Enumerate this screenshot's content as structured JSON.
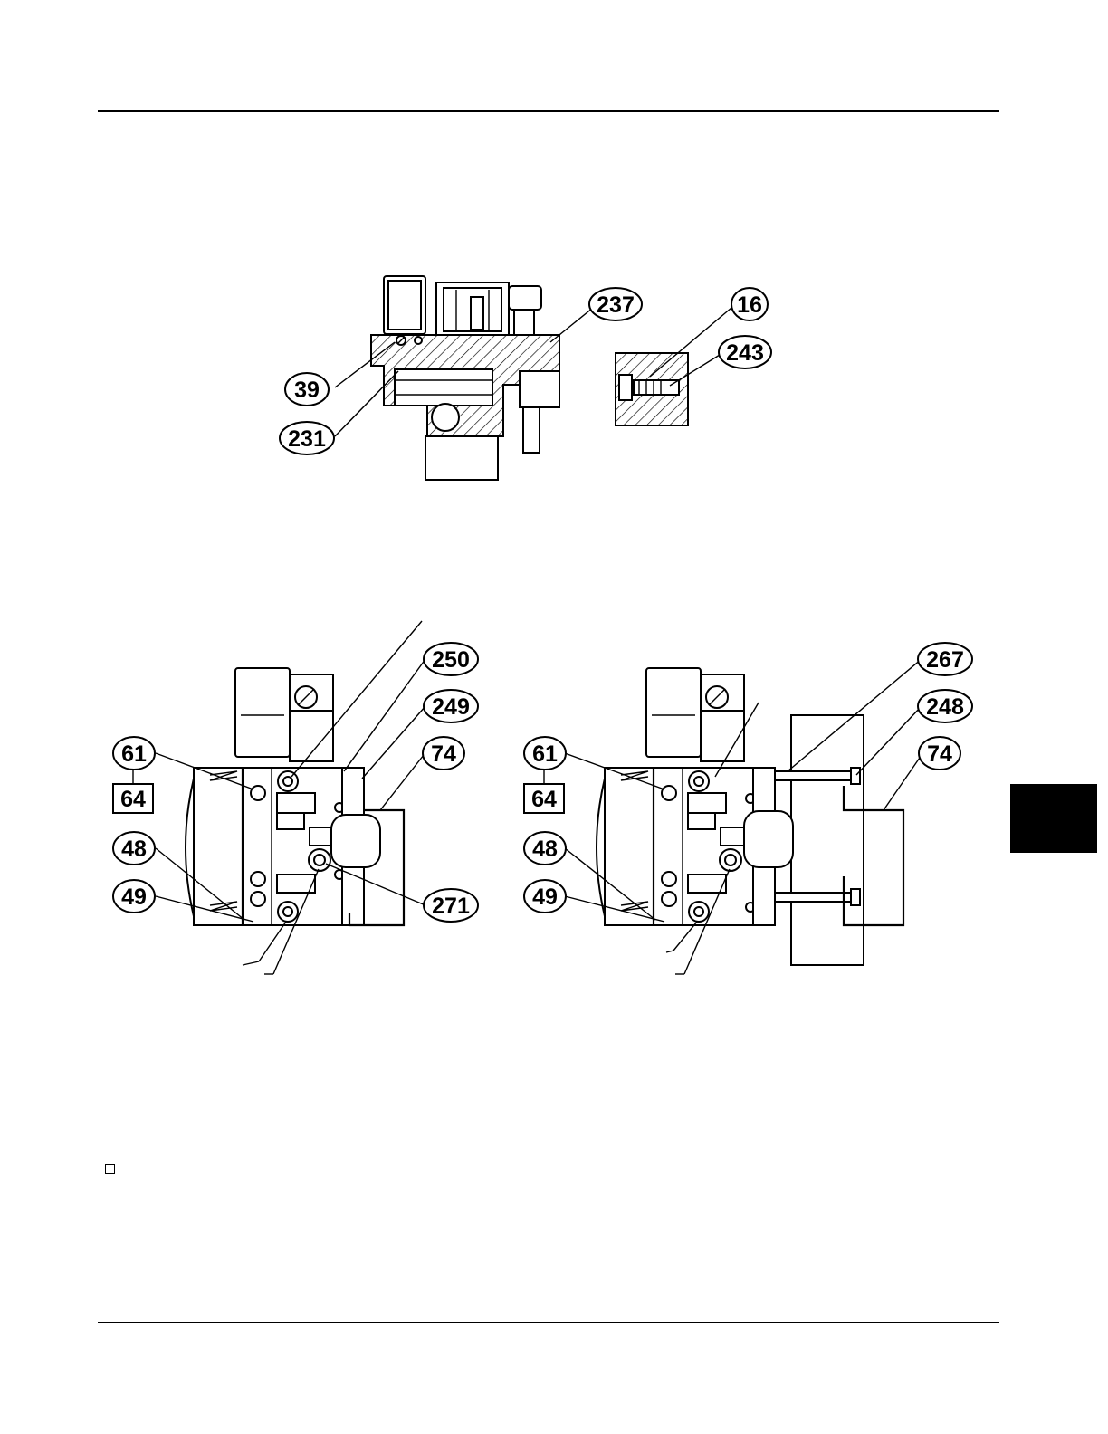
{
  "callouts": {
    "top": {
      "c237": "237",
      "c16": "16",
      "c243": "243",
      "c39": "39",
      "c231": "231"
    },
    "left": {
      "c250": "250",
      "c249": "249",
      "c74": "74",
      "c61": "61",
      "c64": "64",
      "c48": "48",
      "c49": "49",
      "c271": "271"
    },
    "right": {
      "c267": "267",
      "c248": "248",
      "c74": "74",
      "c61": "61",
      "c64": "64",
      "c48": "48",
      "c49": "49"
    }
  }
}
